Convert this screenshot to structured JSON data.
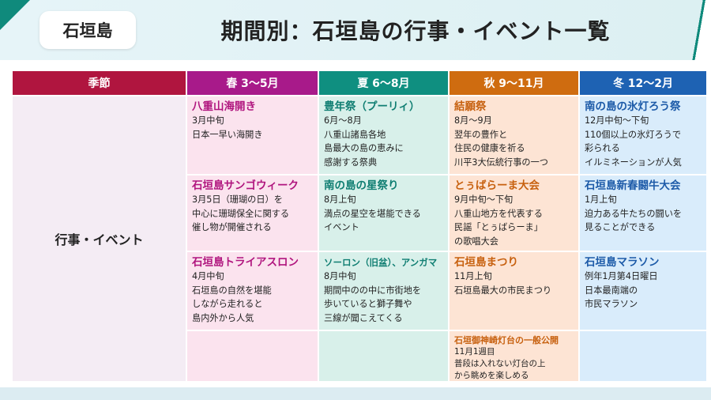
{
  "header": {
    "badge": "石垣島",
    "title": "期間別：石垣島の行事・イベント一覧"
  },
  "colors": {
    "season": "#b0153f",
    "spring": "#a81a8a",
    "summer": "#0f8f80",
    "autumn": "#cf6c10",
    "winter": "#1e62b3"
  },
  "table": {
    "headers": {
      "season": "季節",
      "spring": "春 3〜5月",
      "summer": "夏 6〜8月",
      "autumn": "秋 9〜11月",
      "winter": "冬 12〜2月"
    },
    "row_label": "行事・イベント",
    "spring": [
      {
        "title": "八重山海開き",
        "lines": [
          "3月中旬",
          "日本一早い海開き"
        ]
      },
      {
        "title": "石垣島サンゴウィーク",
        "lines": [
          "3月5日（珊瑚の日）を",
          "中心に珊瑚保全に関する",
          "催し物が開催される"
        ]
      },
      {
        "title": "石垣島トライアスロン",
        "lines": [
          "4月中旬",
          "石垣島の自然を堪能",
          "しながら走れると",
          "島内外から人気"
        ]
      }
    ],
    "summer": [
      {
        "title": "豊年祭（プーリィ）",
        "lines": [
          "6月〜8月",
          "八重山諸島各地",
          "島最大の島の恵みに",
          "感謝する祭典"
        ]
      },
      {
        "title": "南の島の星祭り",
        "lines": [
          "8月上旬",
          "満点の星空を堪能できる",
          "イベント"
        ]
      },
      {
        "title": "ソーロン（旧盆）、アンガマ",
        "lines": [
          "8月中旬",
          "期間中のの中に市街地を",
          "歩いていると獅子舞や",
          "三線が聞こえてくる"
        ]
      }
    ],
    "autumn": [
      {
        "title": "結願祭",
        "lines": [
          "8月〜9月",
          "翌年の豊作と",
          "住民の健康を祈る",
          "川平3大伝統行事の一つ"
        ]
      },
      {
        "title": "とぅばらーま大会",
        "lines": [
          "9月中旬〜下旬",
          "八重山地方を代表する",
          "民謡「とぅばらーま」",
          "の歌唱大会"
        ]
      },
      {
        "title": "石垣島まつり",
        "lines": [
          "11月上旬",
          "石垣島最大の市民まつり"
        ]
      },
      {
        "title": "石垣御神崎灯台の一般公開",
        "lines": [
          "11月1週目",
          "普段は入れない灯台の上",
          "から眺めを楽しめる"
        ]
      }
    ],
    "winter": [
      {
        "title": "南の島の氷灯ろう祭",
        "lines": [
          "12月中旬〜下旬",
          "110個以上の氷灯ろうで",
          "彩られる",
          "イルミネーションが人気"
        ]
      },
      {
        "title": "石垣島新春闘牛大会",
        "lines": [
          "1月上旬",
          "迫力ある牛たちの闘いを",
          "見ることができる"
        ]
      },
      {
        "title": "石垣島マラソン",
        "lines": [
          "例年1月第4日曜日",
          "日本最南端の",
          "市民マラソン"
        ]
      }
    ]
  }
}
